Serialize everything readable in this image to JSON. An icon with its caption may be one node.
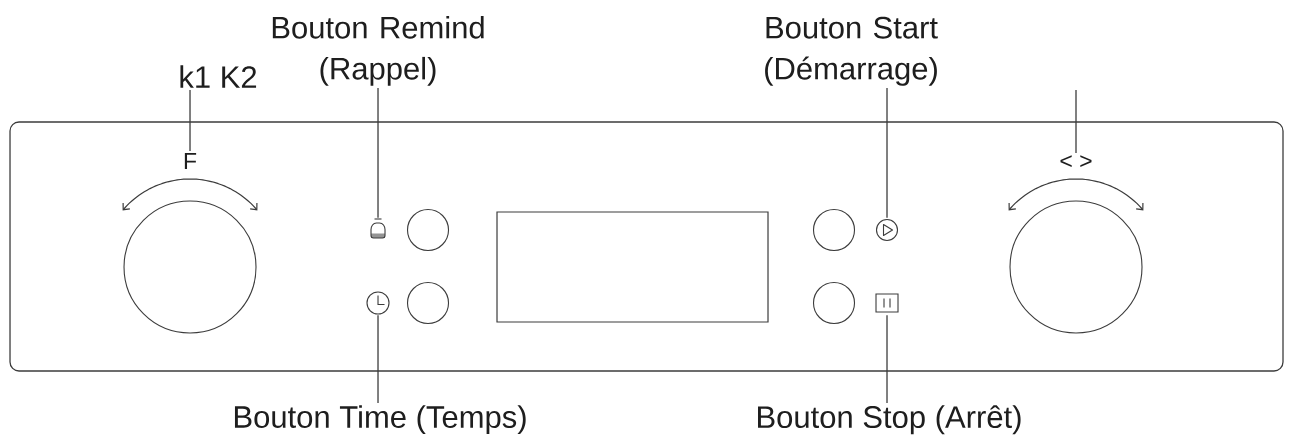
{
  "diagram": {
    "nodes": [
      {
        "text": [
          "Bouton Remind (Rappel)"
        ]
      },
      {
        "text": [
          "Bouton Start (Démarrage)"
        ]
      },
      {
        "text": [
          "k1 K2"
        ]
      },
      {
        "text": [
          "F"
        ]
      },
      {
        "text": [
          "< >"
        ]
      },
      {
        "text": [],
        "shape": "circle"
      },
      {
        "text": [],
        "shape": "picture"
      },
      {
        "text": [],
        "shape": "circle"
      },
      {
        "text": [],
        "shape": "box"
      },
      {
        "text": [],
        "shape": "circle"
      },
      {
        "text": [],
        "shape": "picture"
      },
      {
        "text": [],
        "shape": "circle"
      },
      {
        "text": [],
        "shape": "picture"
      },
      {
        "text": [],
        "shape": "circle"
      },
      {
        "text": [],
        "shape": "circle"
      },
      {
        "text": [],
        "shape": "picture"
      },
      {
        "text": [
          "Bouton Time (Temps)"
        ]
      },
      {
        "text": [
          "Bouton Stop (Arrêt)"
        ]
      }
    ],
    "edges": [
      {
        "from": 0,
        "to": 6,
        "arrow": "none"
      },
      {
        "from": 1,
        "to": 10,
        "arrow": "none"
      },
      {
        "from": 2,
        "to": 3,
        "arrow": "none"
      },
      {
        "from": null,
        "to": 4,
        "arrow": "none"
      },
      {
        "from": 16,
        "to": 12,
        "arrow": "none"
      },
      {
        "from": 17,
        "to": 15,
        "arrow": "none"
      }
    ]
  }
}
